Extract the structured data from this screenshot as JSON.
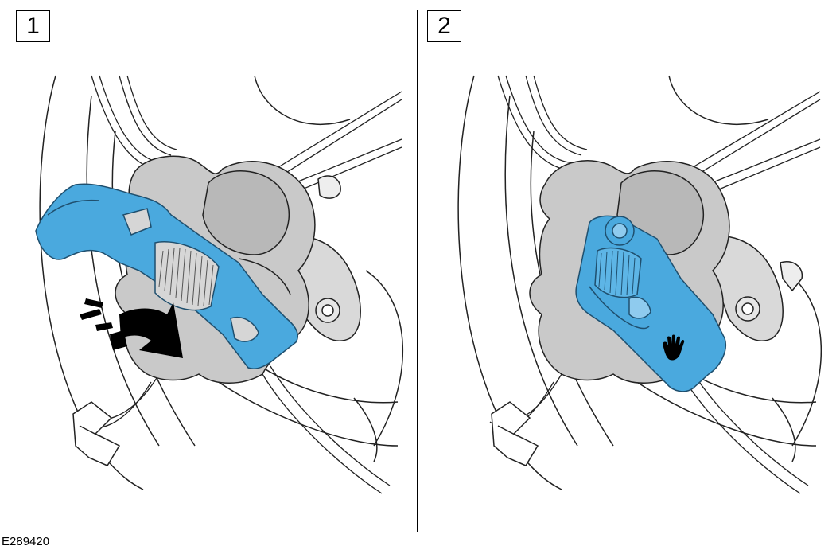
{
  "figure_code": "E289420",
  "steps": [
    {
      "number": "1",
      "action": "apply-tool-with-force"
    },
    {
      "number": "2",
      "action": "hand-tight"
    }
  ],
  "colors": {
    "tool": "#4aa9de",
    "tool_outline": "#1f4f6e",
    "caliper": "#c9c9c9",
    "line": "#222222"
  },
  "icons": [
    "force-arrow-icon",
    "hand-icon"
  ]
}
